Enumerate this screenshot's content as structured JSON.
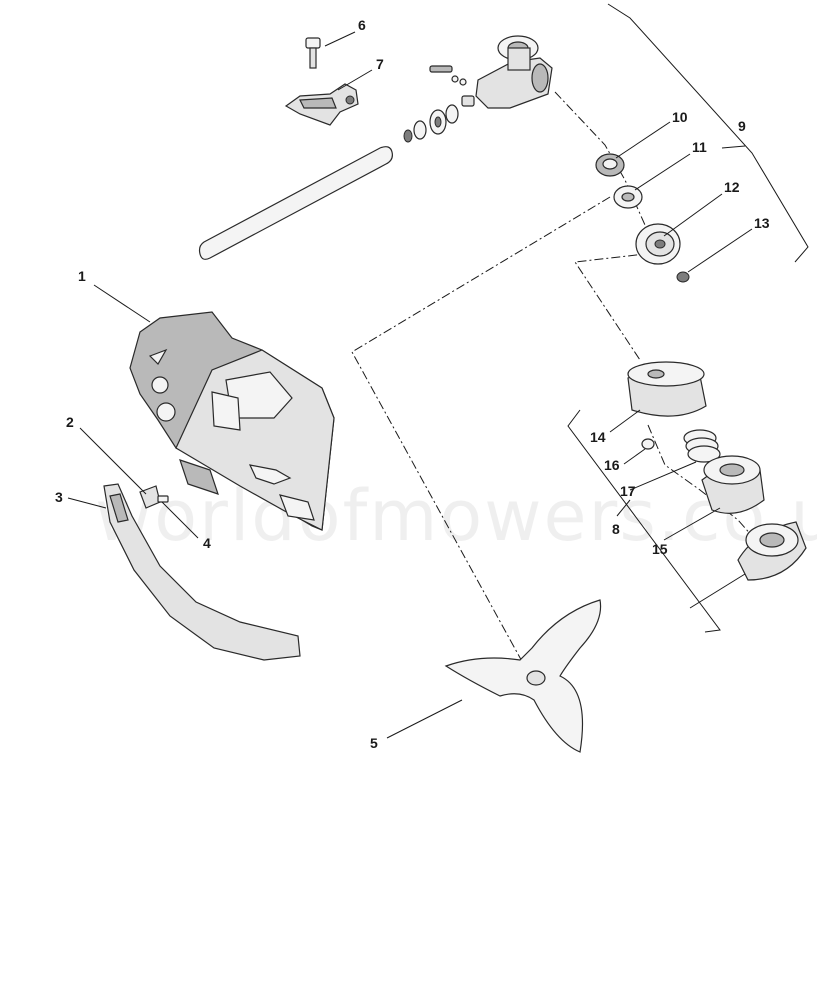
{
  "diagram": {
    "callouts": [
      {
        "id": "6",
        "label": "6"
      },
      {
        "id": "7",
        "label": "7"
      },
      {
        "id": "10",
        "label": "10"
      },
      {
        "id": "9",
        "label": "9"
      },
      {
        "id": "11",
        "label": "11"
      },
      {
        "id": "12",
        "label": "12"
      },
      {
        "id": "13",
        "label": "13"
      },
      {
        "id": "1",
        "label": "1"
      },
      {
        "id": "2",
        "label": "2"
      },
      {
        "id": "3",
        "label": "3"
      },
      {
        "id": "4",
        "label": "4"
      },
      {
        "id": "14",
        "label": "14"
      },
      {
        "id": "16",
        "label": "16"
      },
      {
        "id": "17",
        "label": "17"
      },
      {
        "id": "8",
        "label": "8"
      },
      {
        "id": "15",
        "label": "15"
      },
      {
        "id": "5",
        "label": "5"
      }
    ],
    "watermark": "worldofmowers.co.uk"
  }
}
